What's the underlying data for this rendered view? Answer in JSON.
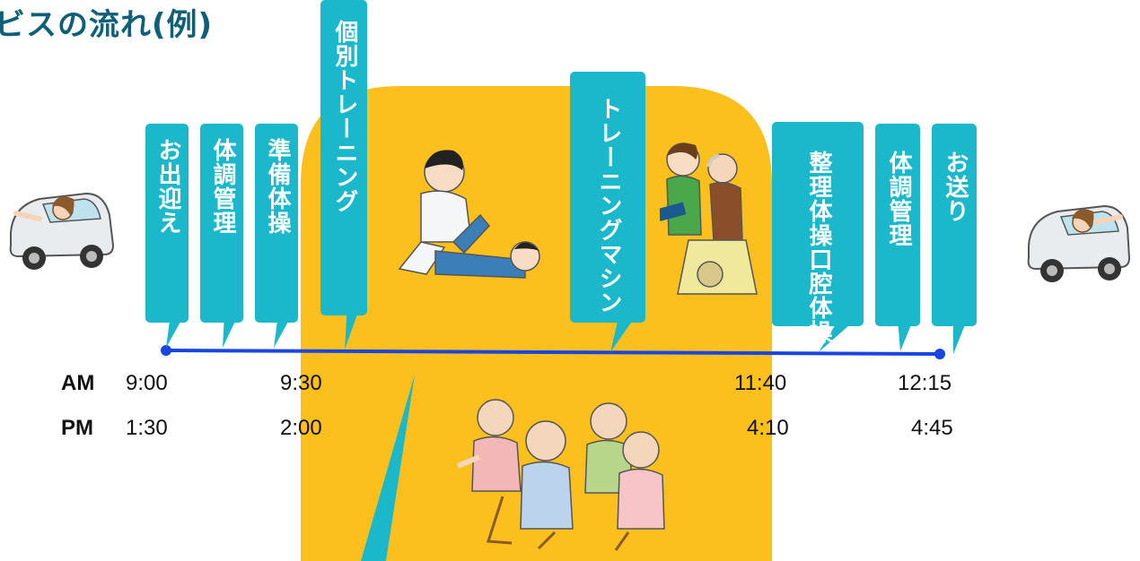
{
  "title": "ビスの流れ(例)",
  "colors": {
    "accent": "#1bb8cc",
    "panel": "#fcc01e",
    "timeline": "#1a45e0",
    "title": "#0f5f78"
  },
  "steps": [
    {
      "label": "お出迎え"
    },
    {
      "label": "体調管理"
    },
    {
      "label": "準備体操"
    },
    {
      "label": "個別トレーニング"
    },
    {
      "label": "トレーニングマシン"
    },
    {
      "label": "整理体操口腔体操"
    },
    {
      "label": "体調管理"
    },
    {
      "label": "お送り"
    }
  ],
  "schedule": {
    "am_label": "AM",
    "pm_label": "PM",
    "am_times": [
      "9:00",
      "9:30",
      "11:40",
      "12:15"
    ],
    "pm_times": [
      "1:30",
      "2:00",
      "4:10",
      "4:45"
    ]
  },
  "icons": [
    "car-arrival-icon",
    "therapist-stretching-icon",
    "machine-training-icon",
    "group-exercise-icon",
    "car-departure-icon"
  ]
}
